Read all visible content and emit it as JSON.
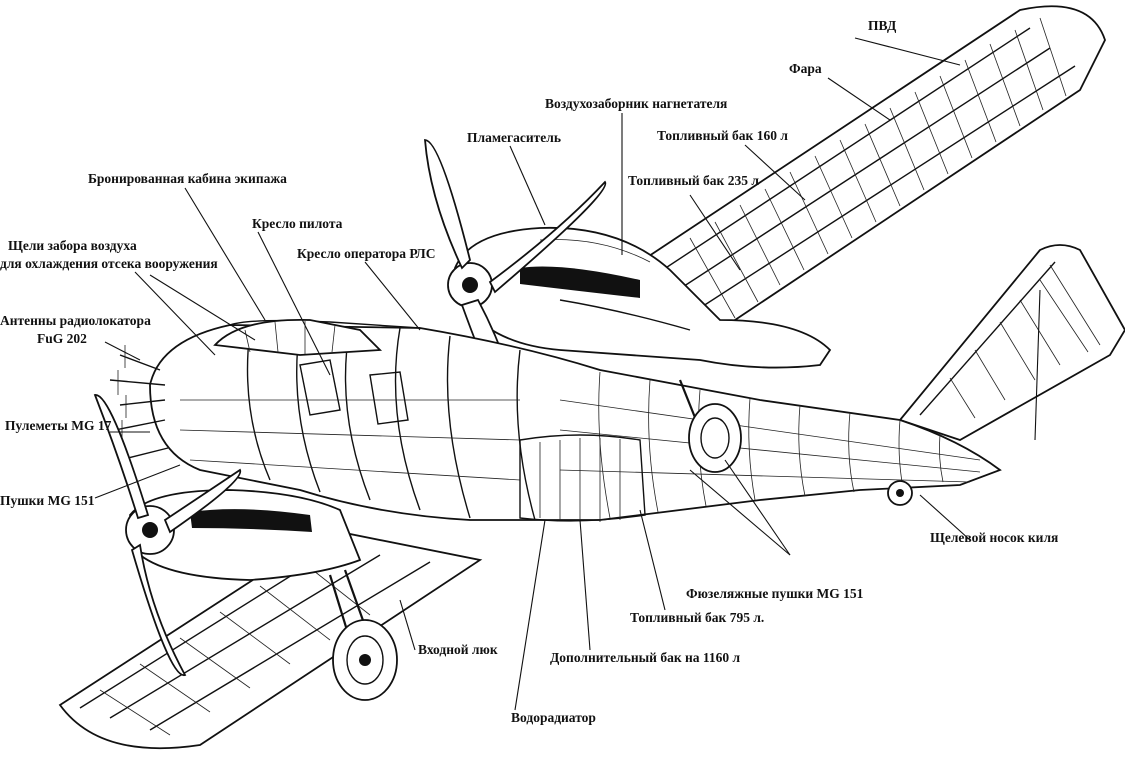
{
  "labels": {
    "pvd": "ПВД",
    "fara": "Фара",
    "air_intake": "Воздухозаборник нагнетателя",
    "flame_damper": "Пламегаситель",
    "fuel_tank_160": "Топливный бак 160 л",
    "fuel_tank_235": "Топливный бак 235 л",
    "armored_cabin": "Бронированная кабина экипажа",
    "pilot_seat": "Кресло пилота",
    "radar_operator_seat": "Кресло оператора РЛС",
    "air_slots_line1": "Щели забора воздуха",
    "air_slots_line2": "для охлаждения отсека вооружения",
    "radar_antennas_line1": "Антенны радиолокатора",
    "radar_antennas_line2": "FuG 202",
    "mg17": "Пулеметы MG 17",
    "mg151_guns": "Пушки MG 151",
    "fin_slot": "Щелевой носок киля",
    "fuselage_mg151": "Фюзеляжные пушки MG 151",
    "fuel_tank_795": "Топливный бак 795 л.",
    "entry_hatch": "Входной люк",
    "extra_tank_1160": "Дополнительный бак на 1160 л",
    "water_radiator": "Водорадиатор"
  }
}
